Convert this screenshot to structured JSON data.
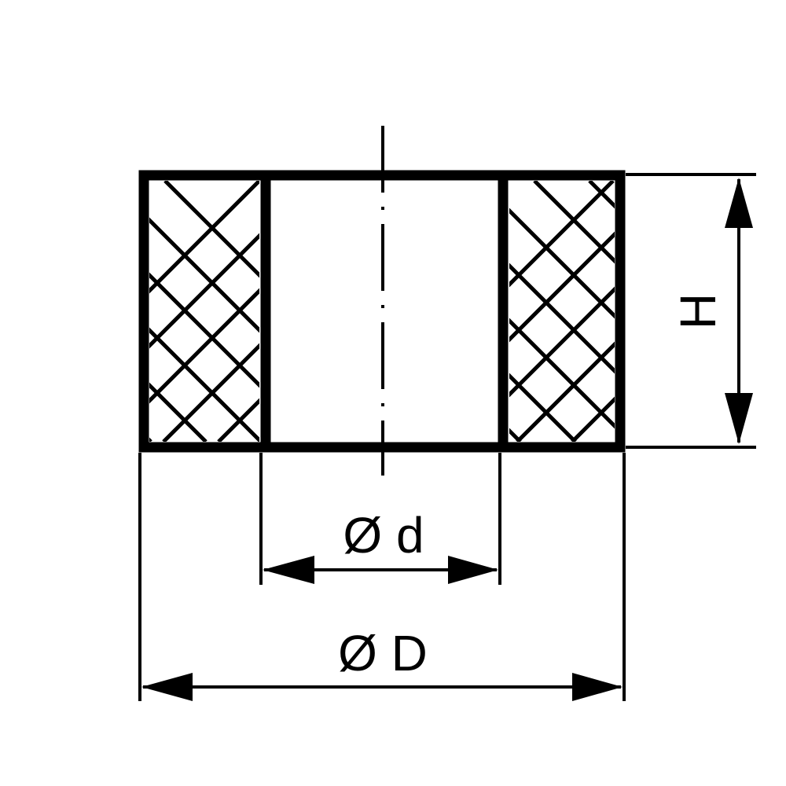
{
  "labels": {
    "height": "H",
    "inner_diameter": "Ø d",
    "outer_diameter": "Ø D"
  },
  "colors": {
    "ink": "#000000",
    "background": "#ffffff"
  }
}
